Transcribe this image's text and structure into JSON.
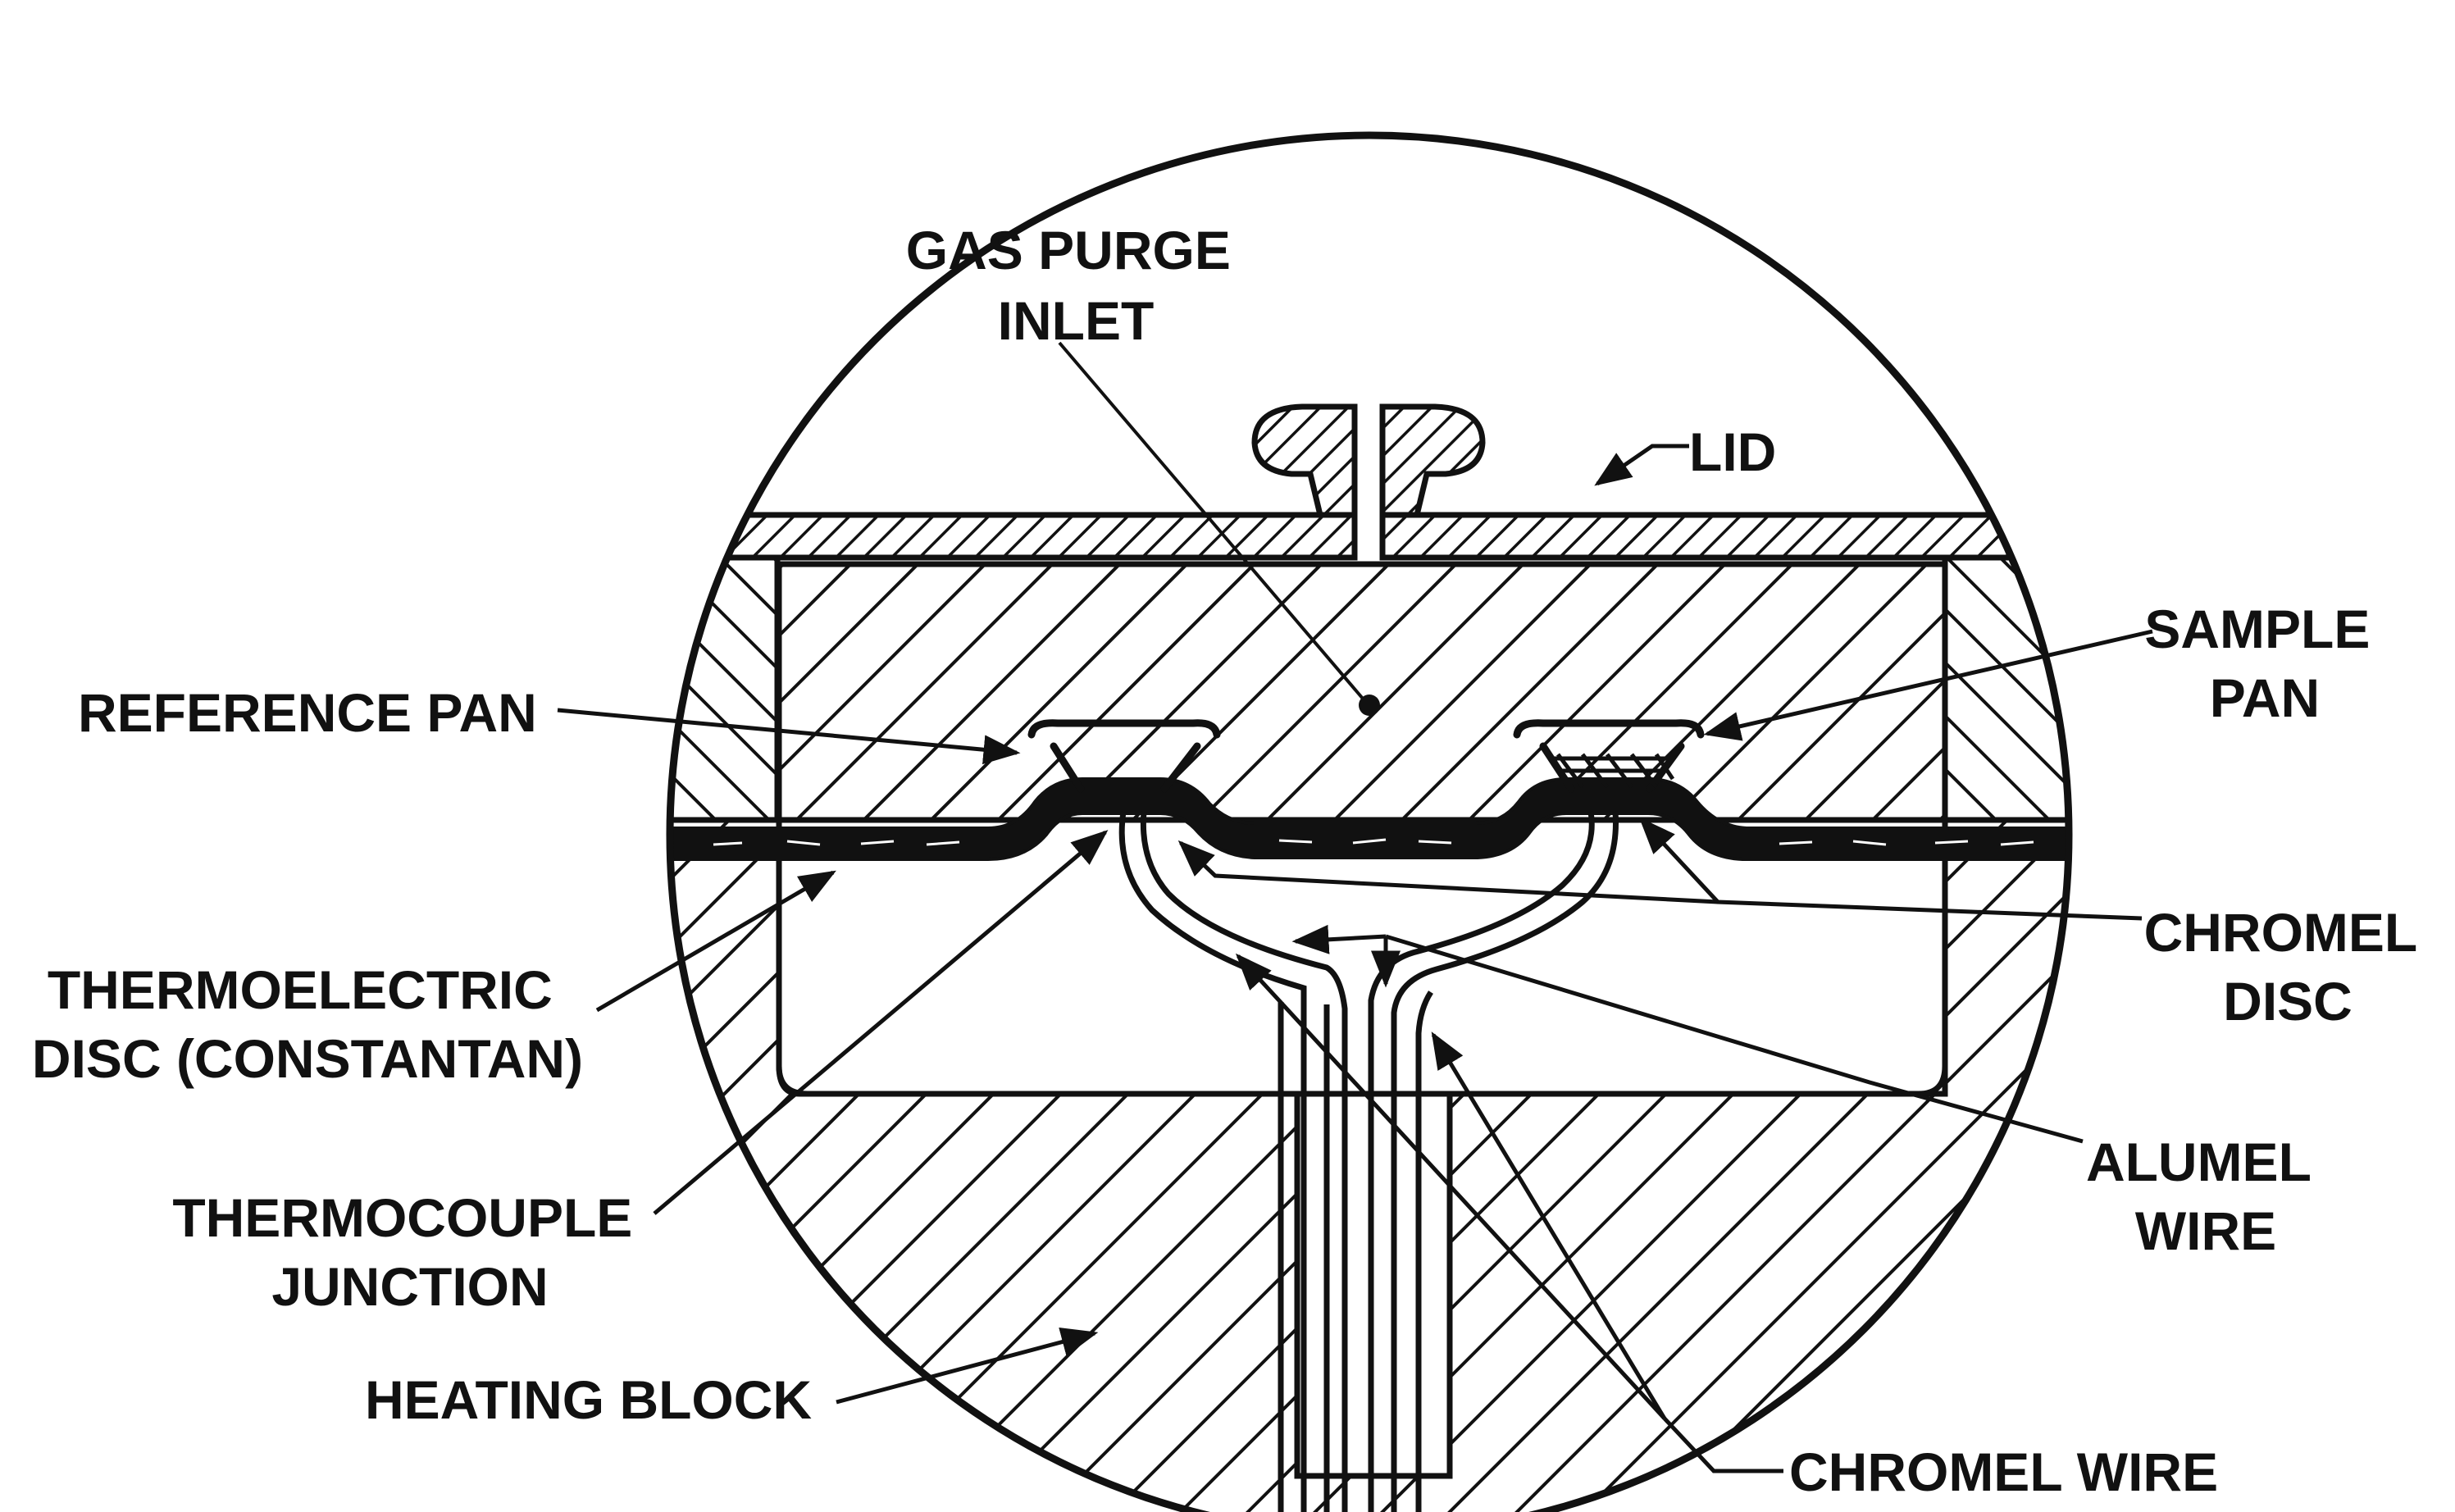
{
  "labels": {
    "gas_purge_inlet": [
      "GAS PURGE",
      "INLET"
    ],
    "lid": "LID",
    "sample_pan": [
      "SAMPLE",
      "PAN"
    ],
    "reference_pan": "REFERENCE PAN",
    "chromel_disc": [
      "CHROMEL",
      "DISC"
    ],
    "thermoelectric_disc": [
      "THERMOELECTRIC",
      "DISC (CONSTANTAN)"
    ],
    "alumel_wire": [
      "ALUMEL",
      "WIRE"
    ],
    "thermocouple_junction": [
      "THERMOCOUPLE",
      "JUNCTION"
    ],
    "heating_block": "HEATING BLOCK",
    "chromel_wire": "CHROMEL WIRE"
  },
  "colors": {
    "ink": "#111111",
    "background": "#ffffff"
  }
}
